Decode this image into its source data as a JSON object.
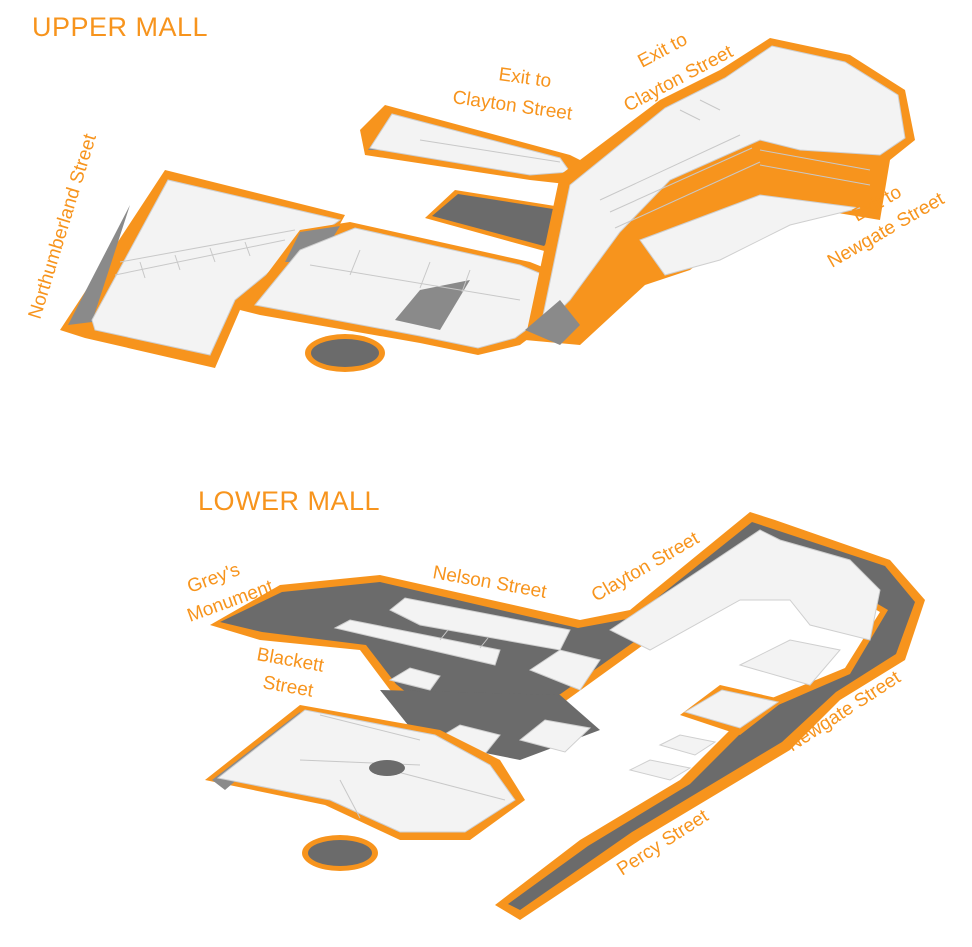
{
  "upper_mall": {
    "title": "UPPER MALL",
    "labels": {
      "northumberland": "Northumberland Street",
      "exit_clayton_1_a": "Exit to",
      "exit_clayton_1_b": "Clayton Street",
      "exit_clayton_2_a": "Exit to",
      "exit_clayton_2_b": "Clayton Street",
      "exit_newgate_a": "Exit to",
      "exit_newgate_b": "Newgate Street"
    }
  },
  "lower_mall": {
    "title": "LOWER MALL",
    "labels": {
      "greys_a": "Grey's",
      "greys_b": "Monument",
      "nelson": "Nelson Street",
      "clayton": "Clayton Street",
      "blackett_a": "Blackett",
      "blackett_b": "Street",
      "newgate": "Newgate Street",
      "percy": "Percy Street"
    }
  },
  "colors": {
    "accent": "#f7941d",
    "mall_floor": "#6b6b6b",
    "shop_top": "#f3f3f3",
    "shop_side": "#8a8a8a"
  }
}
